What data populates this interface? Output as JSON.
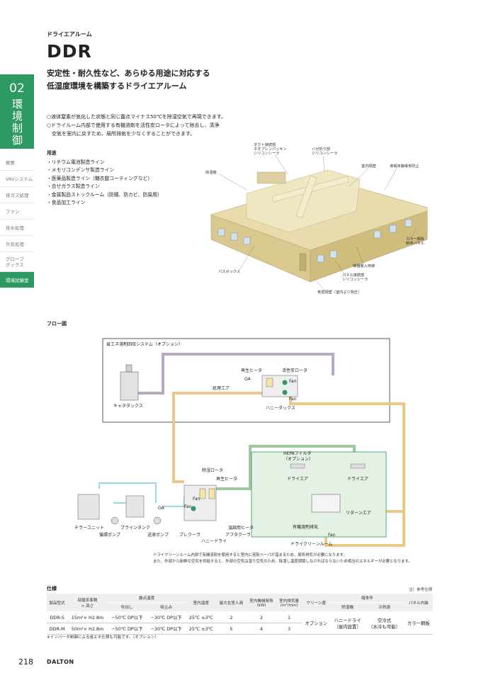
{
  "sidebar": {
    "chapter_num": "02",
    "chapter_title": "環境制御",
    "items": [
      {
        "label": "概要",
        "active": false
      },
      {
        "label": "VAVシステム",
        "active": false
      },
      {
        "label": "排ガス処理",
        "active": false
      },
      {
        "label": "ファン",
        "active": false
      },
      {
        "label": "排水処理",
        "active": false
      },
      {
        "label": "外気処理",
        "active": false
      },
      {
        "label": "グローブ\nボックス",
        "active": false
      },
      {
        "label": "環境試験室",
        "active": true
      }
    ]
  },
  "header": {
    "category": "ドライエアルーム",
    "title": "DDR",
    "subtitle_line1": "安定性・耐久性など、あらゆる用途に対応する",
    "subtitle_line2": "低湿度環境を構築するドライエアルーム"
  },
  "bullets": [
    "○液体窒素が気化した状態と同じ露点マイナス50℃を除湿空気で再現できます。",
    "○ドライルーム内部で使用する有機溶剤を活性炭ロータによって除去し、清浄",
    "　空気を室内に戻すため、局所排気を少なくすることができます。"
  ],
  "uses": {
    "heading": "用途",
    "items": [
      "・リチウム電池製造ライン",
      "・メモリコンデンサ製造ライン",
      "・医薬品製造ライン（糖衣錠コーティングなど）",
      "・合せガラス製造ライン",
      "・金属製品ストックルーム（防錆、防カビ、防腐用）",
      "・食品加工ライン"
    ]
  },
  "illustration": {
    "labels": {
      "duct_joint": "ダクト接続部",
      "duct_joint2": "ネオプレンパッキン",
      "duct_joint3": "シリコンシーラ",
      "hanger": "ハゼ折り部",
      "hanger2": "シリコンシーラ",
      "dehumidifier": "除湿機",
      "room_wall": "室内隔壁",
      "static_floor": "導電床静電気防止",
      "color_panel": "カラー鋼板",
      "color_panel2": "断熱パネル",
      "door": "機器搬入用扉",
      "passbox": "パスボックス",
      "panel_joint": "パネル接続部",
      "panel_joint2": "シリコンシーラ",
      "airtight": "気密隔壁（室内より負圧）"
    }
  },
  "flow": {
    "label": "フロー図",
    "option_box": "省エネ溶剤回収システム（オプション）",
    "regen_heater": "再生ヒータ",
    "carbon_rotor": "活性炭ロータ",
    "oa": "OA",
    "fan": "Fan",
    "process_air": "処理エア",
    "catadux": "キャタダックス",
    "honeydux": "ハニーダックス",
    "hepa": "HEPAフィルタ",
    "hepa_opt": "（オプション）",
    "dry_air": "ドライエア",
    "dehum_rotor": "除湿ロータ",
    "regen_heater2": "再生ヒータ",
    "return_air": "リターンエア",
    "solvent_exhaust": "有機溶剤排気",
    "chiller": "チラーユニット",
    "brine_tank": "ブラインタンク",
    "circ_pump": "循環ポンプ",
    "send_pump": "送液ポンプ",
    "precooler": "プレクーラ",
    "after_heater": "温調用ヒータ",
    "after_cooler": "アフタクーラ",
    "honey_dry": "ハニードライ",
    "dry_clean_room": "ドライクリーンルーム",
    "colors": {
      "solvent": "#b8a9c9",
      "return": "#e8c98a",
      "green": "#9cc9a0",
      "water": "#9fd6ea"
    }
  },
  "notes": [
    "ドライクリーンルーム内部で有機溶剤を使用すると室内に溶剤ベーパが溜まるため、局所排気が必要になります。",
    "また、外部から新鮮な空気を供給すると、外部の空気は湿り空気のため、除湿し温度調節しなければならないため相当のエネルギーが必要となります。"
  ],
  "spec": {
    "label": "仕様",
    "note": "注）参考仕様",
    "headers": {
      "model": "製品型式",
      "floor": "部屋床面積",
      "floor2": "× 高さ",
      "dew": "露点温度",
      "dew_out": "吹出し",
      "dew_in": "吸込み",
      "room_temp": "室内温度",
      "max_persons": "最大在室人員",
      "heat": "室内機械発熱",
      "heat_unit": "(kW)",
      "exhaust": "室内排気量",
      "exhaust_unit": "(m³/min)",
      "clean": "クリーン度",
      "conditions": "諸条件",
      "dehum": "除湿機",
      "heat_source": "冷熱源",
      "panel": "パネル内装"
    },
    "rows": [
      {
        "model": "DDR-S",
        "floor": "15m²× H2.8m",
        "dew_out": "−50℃ DP以下",
        "dew_in": "−30℃ DP以下",
        "room_temp": "25℃ ±3℃",
        "persons": "2",
        "heat": "2",
        "exhaust": "1"
      },
      {
        "model": "DDR-M",
        "floor": "50m²× H2.8m",
        "dew_out": "−50℃ DP以下",
        "dew_in": "−30℃ DP以下",
        "room_temp": "25℃ ±3℃",
        "persons": "5",
        "heat": "4",
        "exhaust": "3"
      }
    ],
    "shared": {
      "clean": "オプション",
      "dehum": "ハニードライ",
      "dehum2": "（屋内設置）",
      "heat_source": "空冷式",
      "heat_source2": "（水冷も可能）",
      "panel": "カラー鋼板"
    },
    "footnote": "※インバータ制御による省エネ仕様も可能です。（オプション）"
  },
  "footer": {
    "page_num": "218",
    "brand": "DALTON"
  }
}
